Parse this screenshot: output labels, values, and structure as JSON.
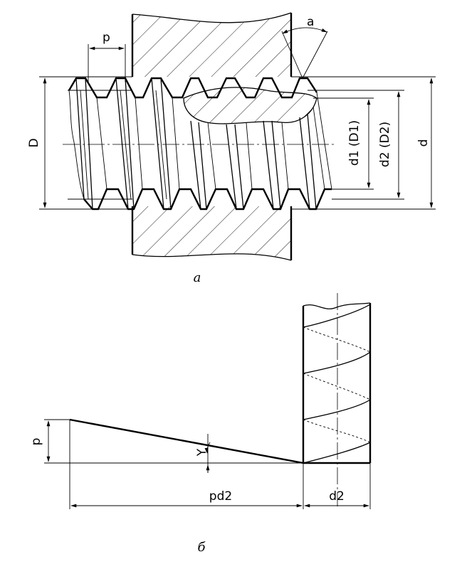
{
  "figure_a": {
    "caption": "a",
    "labels": {
      "pitch": "p",
      "angle": "a",
      "major_nut": "D",
      "minor": "d1  (D1)",
      "pitch_diameter": "d2  (D2)",
      "major_bolt": "d"
    }
  },
  "figure_b": {
    "caption": "б",
    "labels": {
      "pitch": "p",
      "angle": "Y",
      "base_length": "pd2",
      "width": "d2"
    }
  }
}
